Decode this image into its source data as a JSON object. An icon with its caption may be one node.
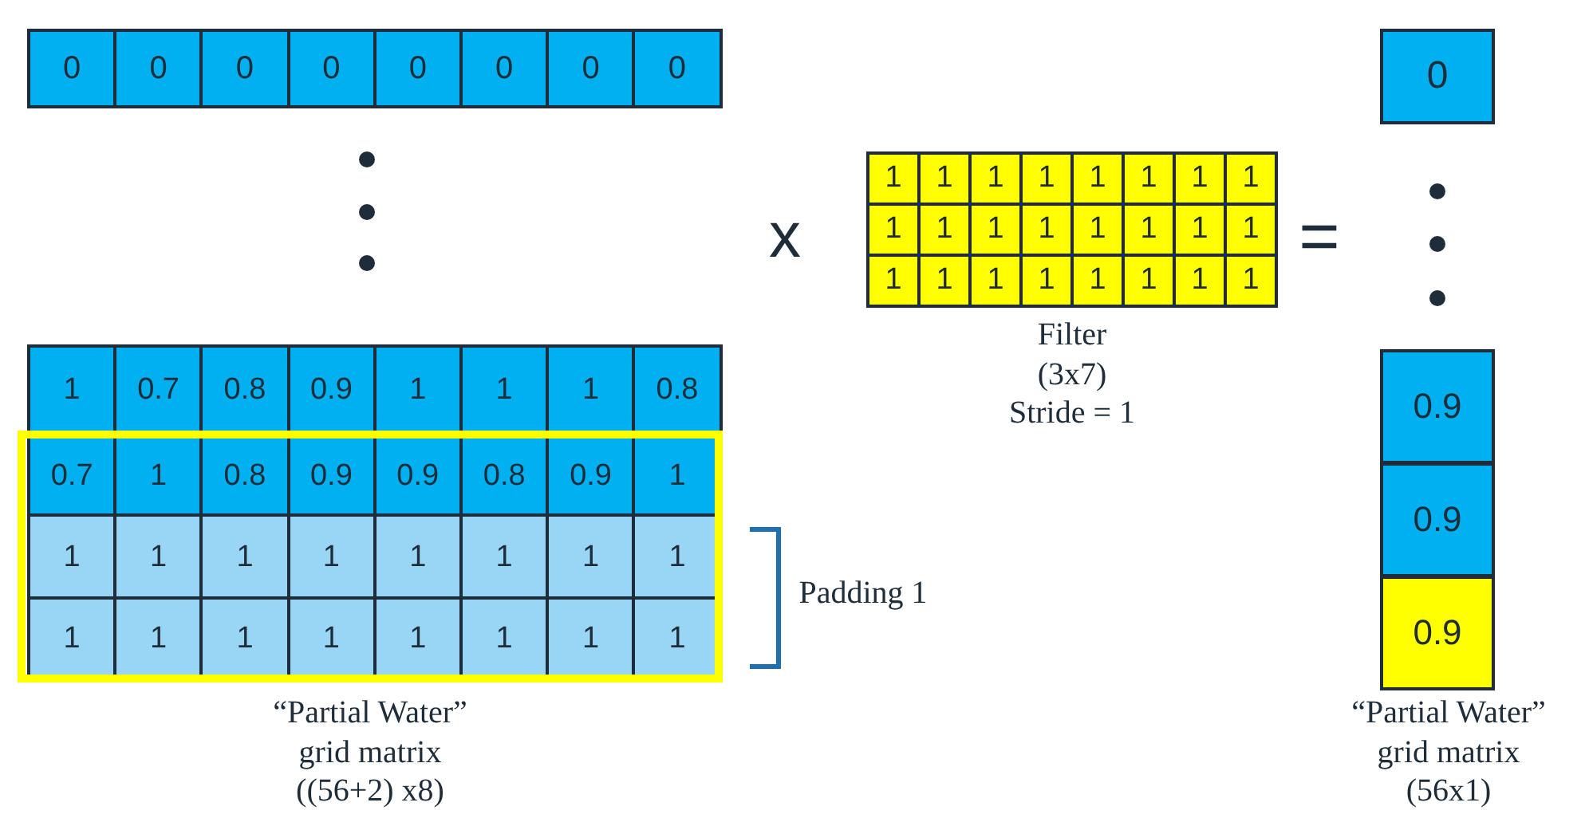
{
  "diagram": {
    "labels": [
      "0",
      "0",
      "0",
      "0",
      "0",
      "0",
      "0",
      "0",
      "0",
      "x",
      "1",
      "1",
      "1",
      "1",
      "1",
      "1",
      "1",
      "1",
      "1",
      "1",
      "1",
      "1",
      "1",
      "1",
      "1",
      "1",
      "1",
      "1",
      "1",
      "1",
      "1",
      "1",
      "1",
      "1",
      "=",
      "1",
      "0.7",
      "0.8",
      "0.9",
      "1",
      "1",
      "1",
      "0.8",
      "0.7",
      "1",
      "0.8",
      "0.9",
      "0.9",
      "0.8",
      "0.9",
      "1",
      "1",
      "1",
      "1",
      "1",
      "1",
      "1",
      "1",
      "1",
      "1",
      "1",
      "1",
      "1",
      "1",
      "1",
      "1",
      "1",
      "Filter",
      "(3x7)",
      "Stride = 1",
      "Padding 1",
      "0.9",
      "0.9",
      "0.9",
      "“Partial Water”",
      "grid matrix",
      "((56+2) x8)",
      "“Partial Water”",
      "grid matrix",
      "(56x1)"
    ]
  }
}
